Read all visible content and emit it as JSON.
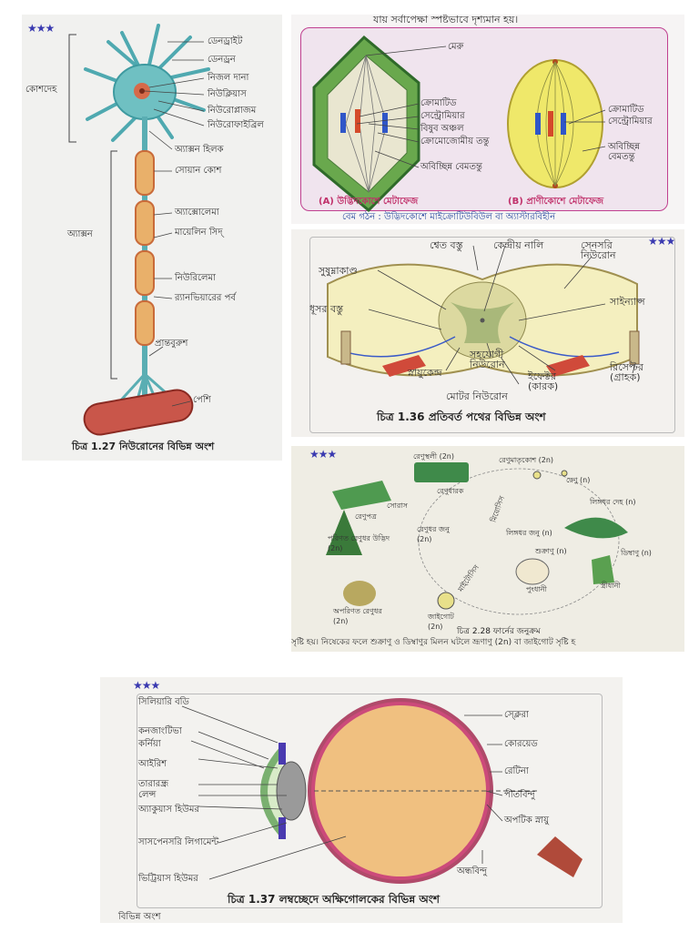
{
  "neuron": {
    "labels": {
      "cell_body": "কোশদেহ",
      "dendrite": "ডেনড্রাইট",
      "dendron": "ডেনড্রন",
      "nissl": "নিজল দানা",
      "nucleus": "নিউক্লিয়াস",
      "neuroplasm": "নিউরোপ্লাজম",
      "neurofibril": "নিউরোফাইব্রিল",
      "axon_hillock": "অ্যাক্সন হিলক",
      "axon": "অ্যাক্সন",
      "schwann": "সোয়ান কোশ",
      "axolemma": "অ্যাক্সোলেমা",
      "myelin": "মায়েলিন সিদ্",
      "neurilemma": "নিউরিলেমা",
      "ranvier": "র‍্যানভিয়ারের পর্ব",
      "end_brush": "প্রান্তবুরুশ",
      "muscle": "পেশি"
    },
    "caption": "চিত্র 1.27 নিউরোনের বিভিন্ন অংশ"
  },
  "metaphase": {
    "header_text": "যায় সর্বাপেক্ষা স্পষ্টভাবে দৃশ্যমান হয়।",
    "labels": {
      "pole": "মেরু",
      "chromatid": "ক্রোমাটিড",
      "centromere": "সেন্ট্রোমিয়ার",
      "equator": "বিষুব অঞ্চল",
      "chromosomal_fiber": "ক্রোমোজোমীয় তন্তু",
      "continuous_fiber": "অবিচ্ছিন্ন বেমতন্তু",
      "chromatid_b": "ক্রোমাটিড",
      "centromere_b": "সেন্ট্রোমিয়ার",
      "continuous_fiber_b": "অবিচ্ছিন্ন বেমতন্তু"
    },
    "caption_a": "(A) উদ্ভিদকোশে মেটাফেজ",
    "caption_b": "(B) প্রাণীকোশে মেটাফেজ",
    "footer_text": "বেম গঠন : উদ্ভিদকোশে মাইক্রোটিউবিউল বা অ্যাস্টারবিহীন"
  },
  "reflex": {
    "labels": {
      "white_matter": "শ্বেত বস্তু",
      "central_canal": "কেন্দ্রীয় নালি",
      "sensory_neuron": "সেনসরি নিউরোন",
      "spinal_cord": "সুষুম্নাকাণ্ড",
      "synapse": "সাইন্যাপ্স",
      "grey_matter": "ধূসর বস্তু",
      "association_neuron": "সহযোগী নিউরোন",
      "nerve_center": "স্নায়ুকেন্দ্র",
      "effector": "ইফেক্টর (কারক)",
      "receptor": "রিসেপ্টর (গ্রাহক)",
      "motor_neuron": "মোটর নিউরোন"
    },
    "caption": "চিত্র 1.36 প্রতিবর্ত পথের বিভিন্ন অংশ"
  },
  "fern": {
    "labels": {
      "sporophyll": "রেণুস্থলী (2n)",
      "spore_mother": "রেণুমাতৃকোশ (2n)",
      "spore": "রেণু (n)",
      "sorus": "সোরাস",
      "sporophyll_leaf": "রেণুপত্র",
      "sporangium": "রেণুধারক",
      "prothallus": "লিঙ্গধর দেহ (n)",
      "mature_sporophyte": "পরিণত রেণুধর উদ্ভিদ (2n)",
      "sporophyte_gen": "রেণুধর জনু (2n)",
      "meiosis": "মিয়োসিস",
      "gametophyte_gen": "লিঙ্গধর জনু (n)",
      "sperm": "শুক্রাণু (n)",
      "egg": "ডিম্বাণু (n)",
      "antheridium": "পুংধানী",
      "archegonium": "স্ত্রীধানী",
      "young_sporophyte": "অপরিণত রেণুধর (2n)",
      "mitosis": "মাইটোসিস",
      "zygote": "জাইগোট (2n)"
    },
    "caption": "চিত্র 2.28 ফার্নের জনুক্রম",
    "footer_text": "সৃষ্টি হয়। নিষেকের ফলে শুক্রাণু ও ডিম্বাণুর মিলন ঘটলে ভ্রূণাণু (2n) বা জাইগোট সৃষ্টি হ"
  },
  "eye": {
    "labels": {
      "ciliary_body": "সিলিয়ারি বডি",
      "sclera": "স্ক্লেরা",
      "conjunctiva": "কনজাংটিভা",
      "cornea": "কর্নিয়া",
      "choroid": "কোরয়েড",
      "iris": "আইরিশ",
      "retina": "রেটিনা",
      "pupil": "তারারন্ধ্র",
      "lens": "লেন্স",
      "yellow_spot": "পীতবিন্দু",
      "aqueous": "অ্যাকুয়াস হিউমর",
      "optic_nerve": "অপটিক স্নায়ু",
      "suspensory": "সাসপেনসরি লিগামেন্ট",
      "vitreous": "ভিট্রিয়াস হিউমর",
      "blind_spot": "অন্ধবিন্দু"
    },
    "caption": "চিত্র 1.37 লম্বচ্ছেদে অক্ষিগোলকের বিভিন্ন অংশ",
    "footer_text": "বিভিন্ন অংশ"
  }
}
